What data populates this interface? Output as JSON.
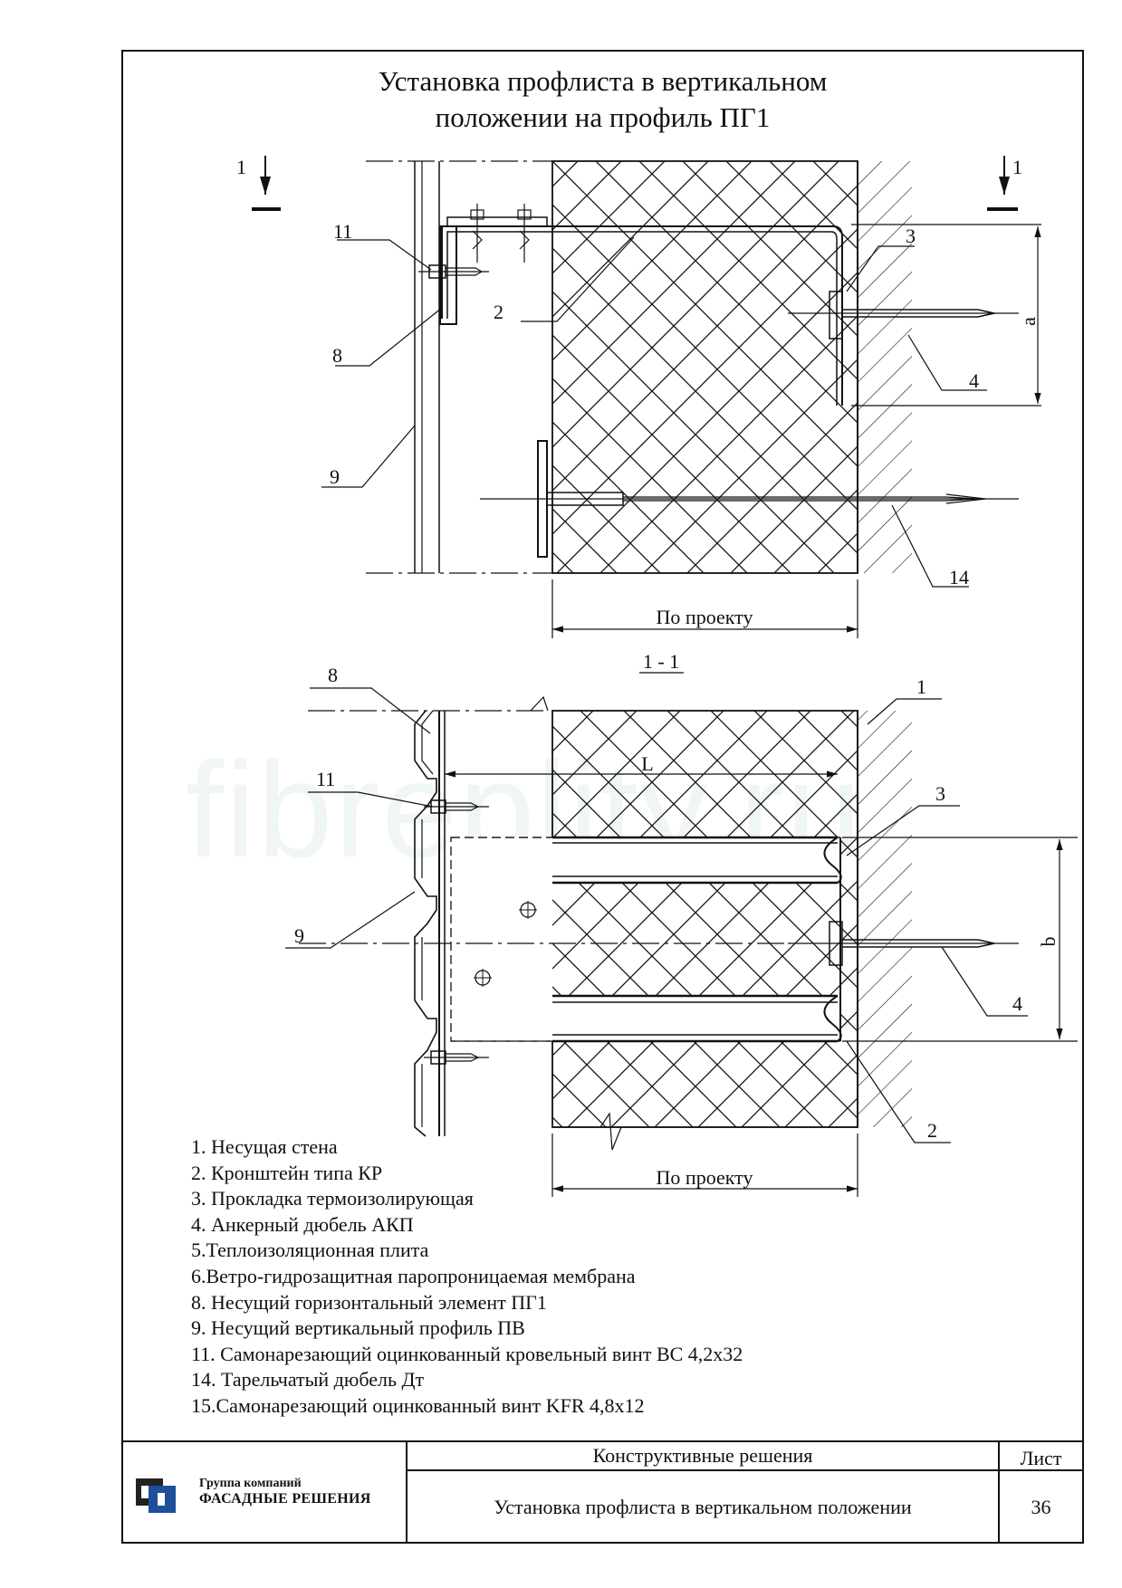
{
  "title": {
    "line1": "Установка профлиста в вертикальном",
    "line2": "положении на профиль ПГ1"
  },
  "watermark": "fibreplity.ru",
  "section_marks": {
    "left": "1",
    "right": "1",
    "section_label": "1 - 1"
  },
  "callouts": {
    "top": [
      "11",
      "2",
      "8",
      "9",
      "3",
      "4",
      "14"
    ],
    "bottom": [
      "8",
      "1",
      "11",
      "3",
      "9",
      "4",
      "2"
    ]
  },
  "dimensions": {
    "a": "a",
    "b": "b",
    "L": "L",
    "project_top": "По проекту",
    "project_bottom": "По проекту"
  },
  "legend": [
    "1. Несущая стена",
    "2. Кронштейн типа КР",
    "3. Прокладка термоизолирующая",
    "4. Анкерный дюбель АКП",
    "5.Теплоизоляционная плита",
    "6.Ветро-гидрозащитная паропроницаемая мембрана",
    "8. Несущий горизонтальный элемент ПГ1",
    "9. Несущий вертикальный профиль ПВ",
    "11. Самонарезающий оцинкованный кровельный винт ВС 4,2х32",
    "14. Тарельчатый дюбель  Дт",
    "15.Самонарезающий оцинкованный винт KFR 4,8х12"
  ],
  "stamp": {
    "company_line1": "Группа компаний",
    "company_line2": "ФАСАДНЫЕ РЕШЕНИЯ",
    "section": "Конструктивные решения",
    "sheet_label": "Лист",
    "sheet_title": "Установка профлиста в вертикальном положении",
    "sheet_number": "36"
  }
}
